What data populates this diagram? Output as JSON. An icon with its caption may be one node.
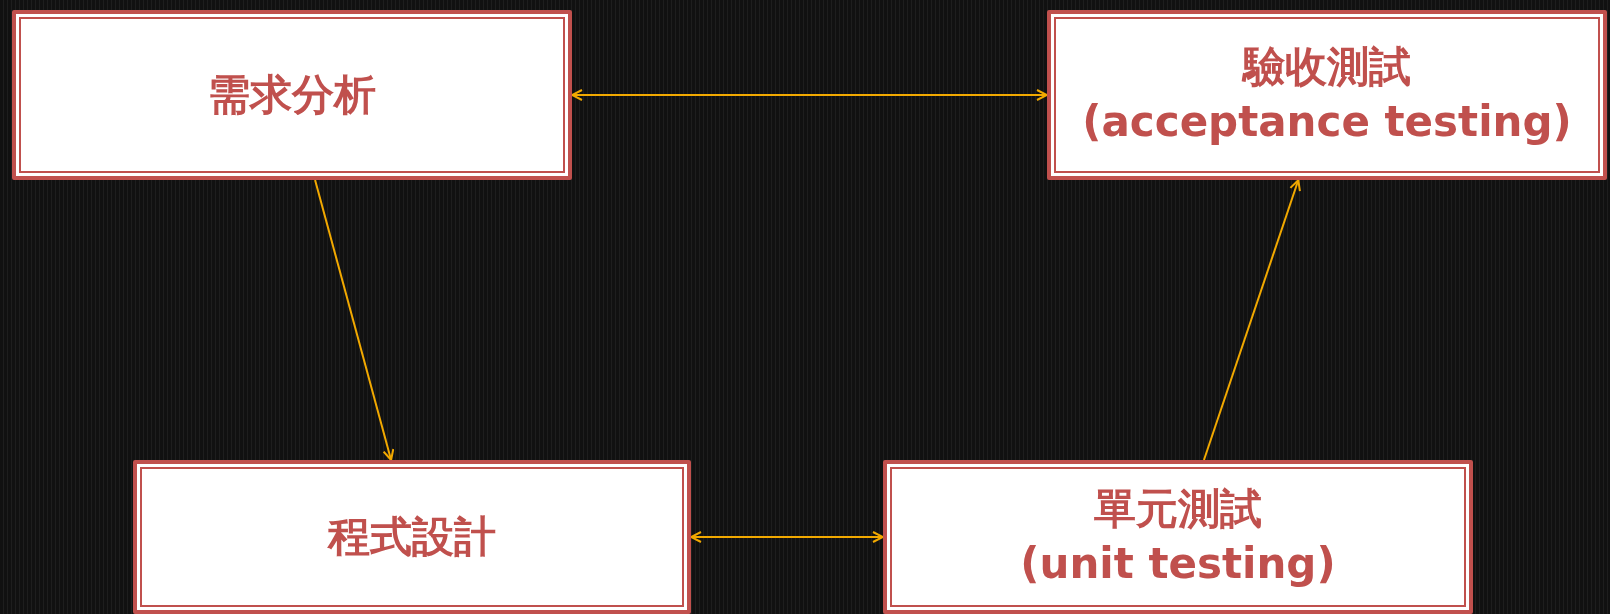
{
  "diagram": {
    "nodes": [
      {
        "text": [
          "需求分析"
        ]
      },
      {
        "text": [
          "驗收測試",
          "(acceptance testing)"
        ]
      },
      {
        "text": [
          "程式設計"
        ]
      },
      {
        "text": [
          "單元測試",
          "(unit testing)"
        ]
      }
    ],
    "edges": [
      {
        "from": 0,
        "to": 1,
        "arrow": "both"
      },
      {
        "from": 0,
        "to": 2,
        "arrow": "to"
      },
      {
        "from": 2,
        "to": 3,
        "arrow": "both"
      },
      {
        "from": 3,
        "to": 1,
        "arrow": "to"
      }
    ]
  }
}
